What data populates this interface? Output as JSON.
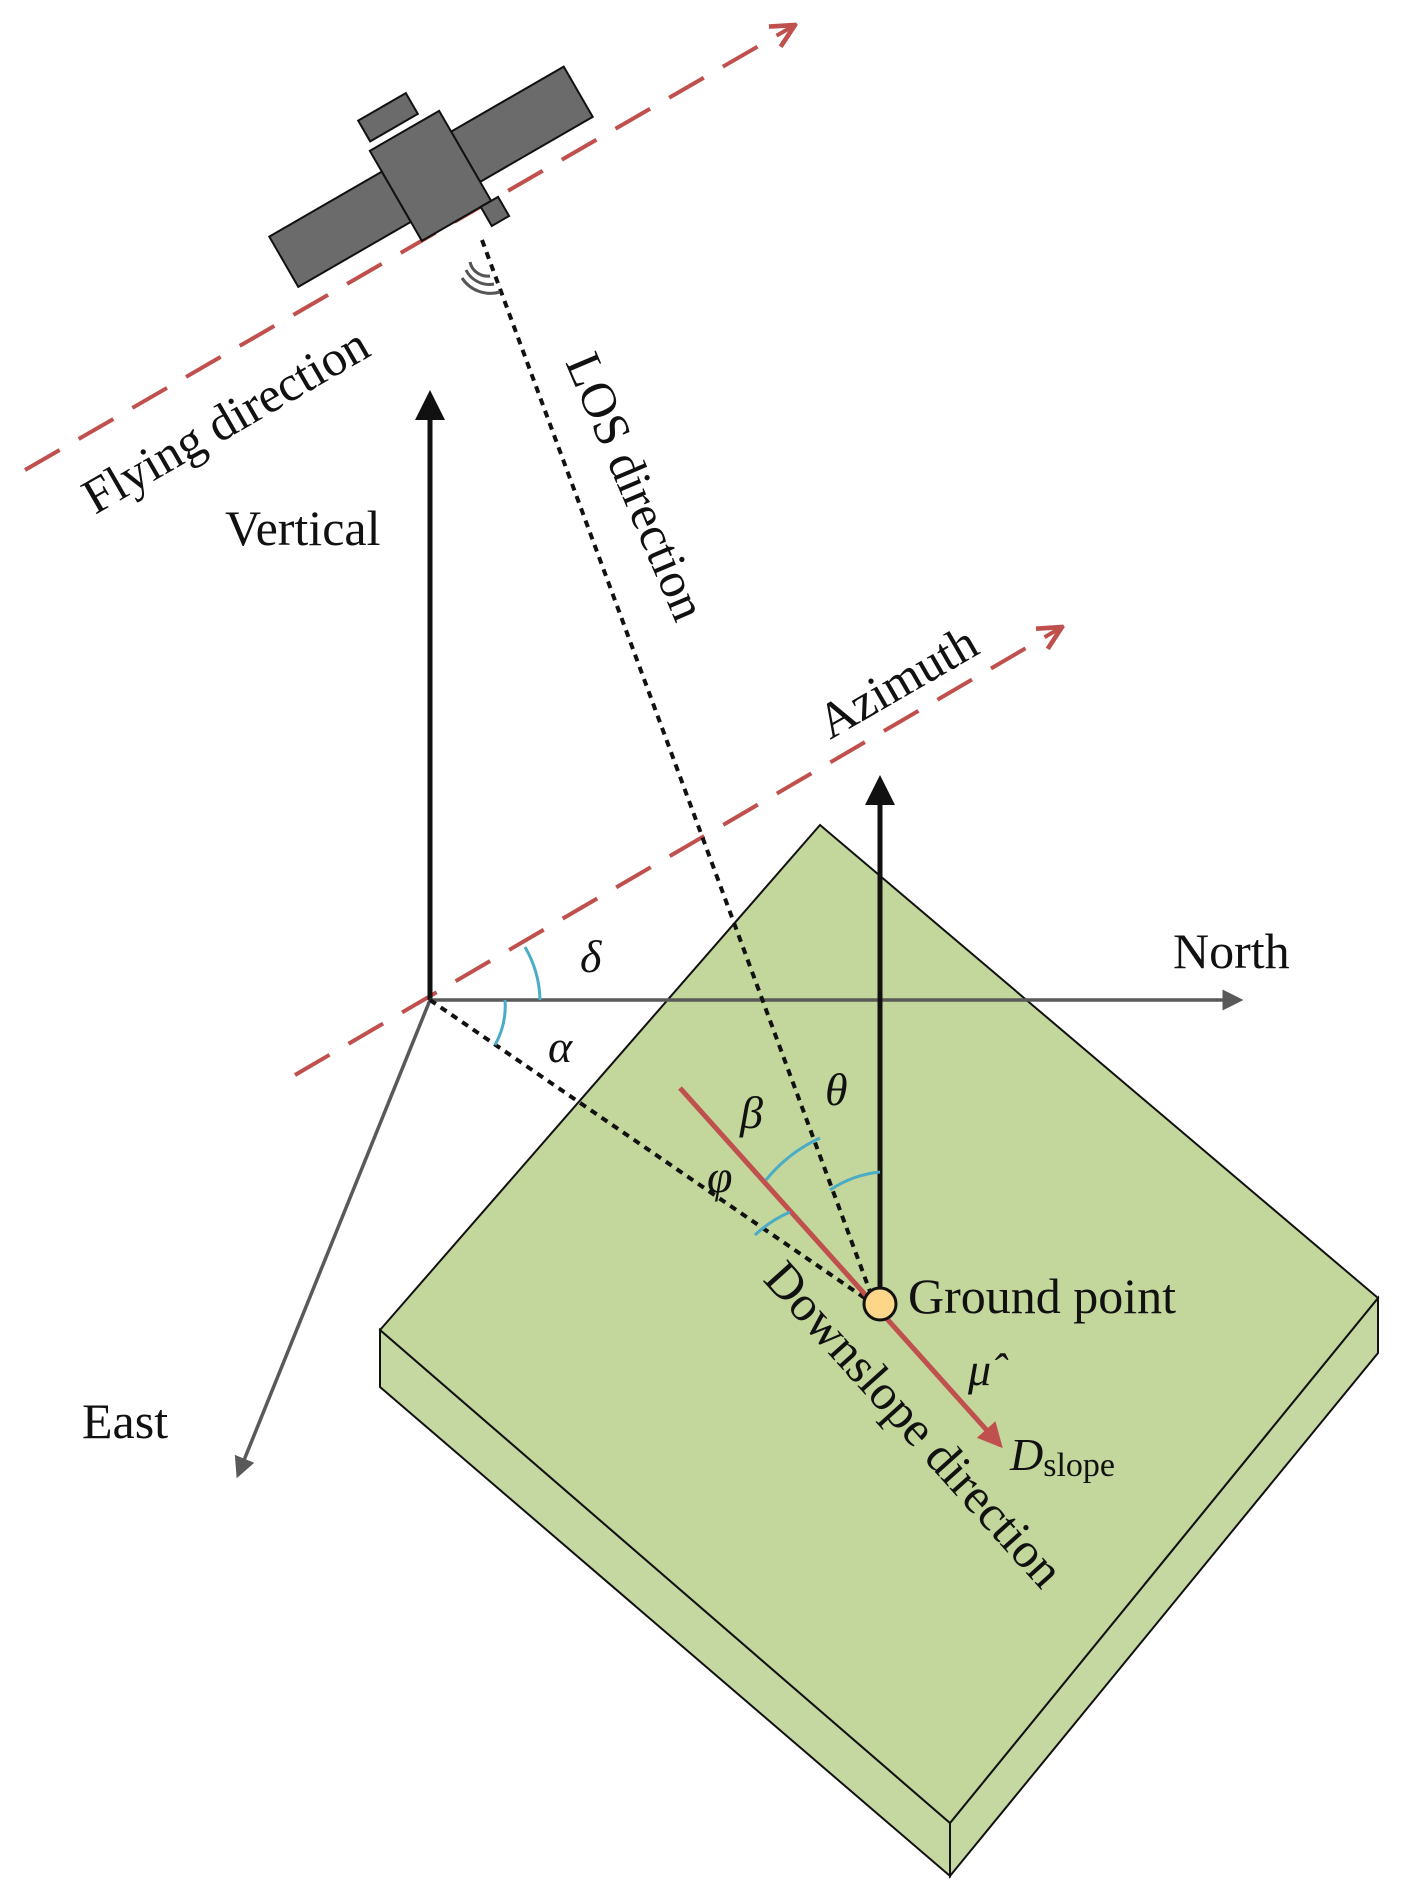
{
  "labels": {
    "flying_direction": "Flying direction",
    "los_direction": "LOS direction",
    "vertical": "Vertical",
    "azimuth": "Azimuth",
    "north": "North",
    "east": "East",
    "ground_point": "Ground point",
    "downslope_direction": "Downslope direction",
    "d_slope_main": "D",
    "d_slope_sub": "slope",
    "mu_hat": "μ̂"
  },
  "angles": {
    "delta": "δ",
    "alpha": "α",
    "beta": "β",
    "theta": "θ",
    "phi": "φ"
  },
  "colors": {
    "slope_fill": "#c3d69b",
    "slope_side": "#c6d8a2",
    "outline": "#111111",
    "flight_dash": "#c0504d",
    "downslope_arrow": "#c0504d",
    "angle_arc": "#4bacc6",
    "axis_gray": "#595959",
    "satellite": "#6b6b6b",
    "ground_point": "#fdd68a"
  },
  "icons": [
    "satellite-icon",
    "radar-signal-icon"
  ]
}
